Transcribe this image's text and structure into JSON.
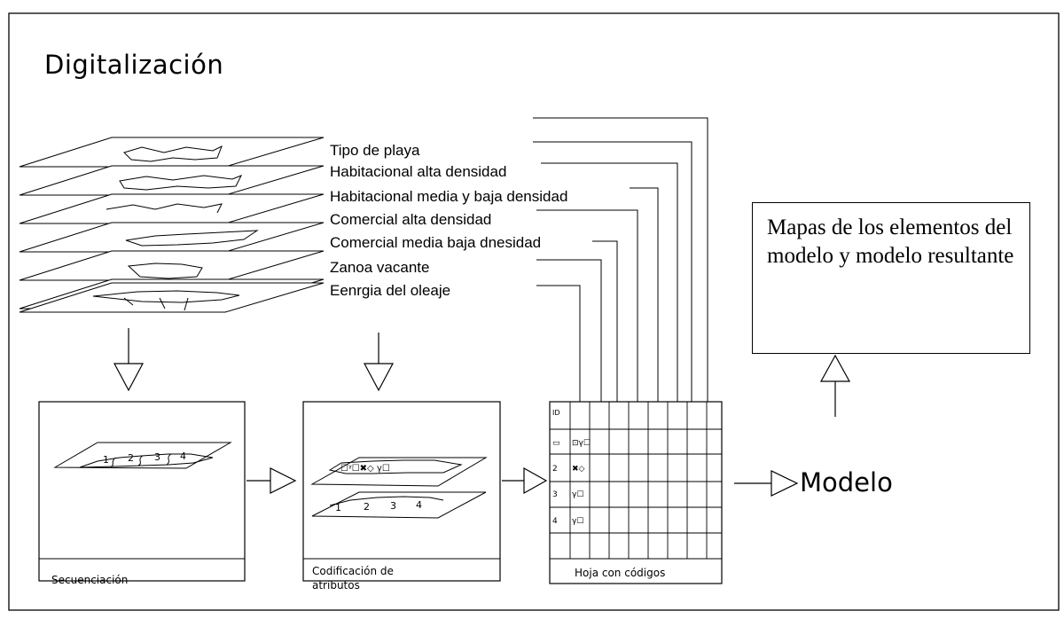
{
  "title": "Digitalización",
  "layer_labels": [
    "Tipo de playa",
    "Habitacional alta densidad",
    "Habitacional media y baja densidad",
    "Comercial alta densidad",
    "Comercial media baja dnesidad",
    "Zanoa vacante",
    "Eenrgia del oleaje"
  ],
  "steps": {
    "sequencing": "Secuenciación",
    "attribute_coding_line1": "Codificación de",
    "attribute_coding_line2": "atributos",
    "code_sheet": "Hoja con códigos"
  },
  "segment_numbers": [
    "1",
    "2",
    "3",
    "4"
  ],
  "model_label": "Modelo",
  "maps_box_text": "Mapas de los elementos del modelo y modelo resultante"
}
